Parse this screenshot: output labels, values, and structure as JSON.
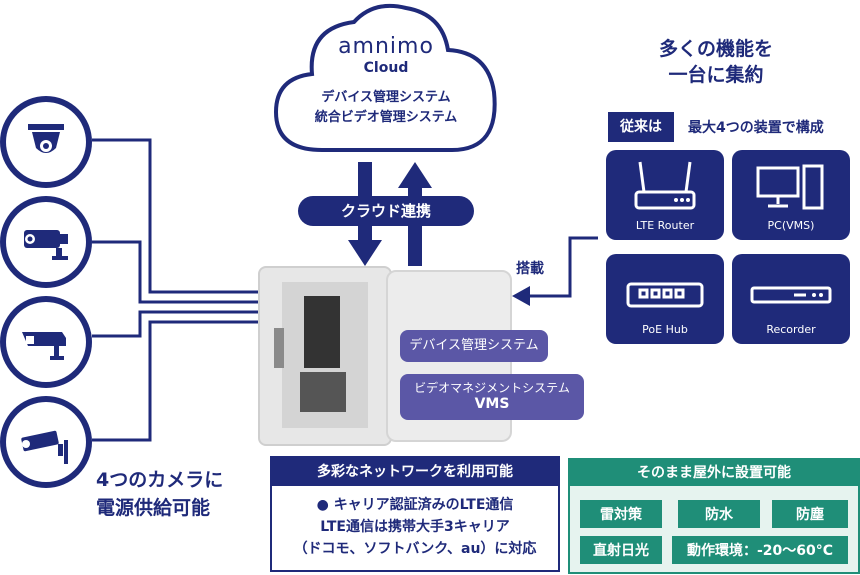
{
  "cloud": {
    "brand": "amnimo",
    "product": "Cloud",
    "line1": "デバイス管理システム",
    "line2": "統合ビデオ管理システム"
  },
  "sync_label": "クラウド連携",
  "mount_label": "搭載",
  "features_title_line1": "多くの機能を",
  "features_title_line2": "一台に集約",
  "conventional_badge": "従来は",
  "conventional_text": "最大4つの装置で構成",
  "devices": [
    {
      "label": "LTE Router",
      "icon": "router-icon"
    },
    {
      "label": "PC(VMS)",
      "icon": "pc-icon"
    },
    {
      "label": "PoE Hub",
      "icon": "hub-icon"
    },
    {
      "label": "Recorder",
      "icon": "recorder-icon"
    }
  ],
  "box_labels": {
    "device_mgmt": "デバイス管理システム",
    "vms_line1": "ビデオマネジメントシステム",
    "vms_line2": "VMS"
  },
  "camera_caption_line1": "4つのカメラに",
  "camera_caption_line2": "電源供給可能",
  "network": {
    "title": "多彩なネットワークを利用可能",
    "bullet": "●",
    "line1": "キャリア認証済みのLTE通信",
    "line2": "LTE通信は携帯大手3キャリア",
    "line3": "（ドコモ、ソフトバンク、au）に対応"
  },
  "outdoor": {
    "title": "そのまま屋外に設置可能",
    "chips": [
      "雷対策",
      "防水",
      "防塵",
      "直射日光",
      "動作環境：-20〜60°C"
    ]
  },
  "colors": {
    "navy": "#1f2a7a",
    "purple": "#5b57a6",
    "teal": "#1f8e78",
    "teal_light": "#e6f3ef"
  }
}
